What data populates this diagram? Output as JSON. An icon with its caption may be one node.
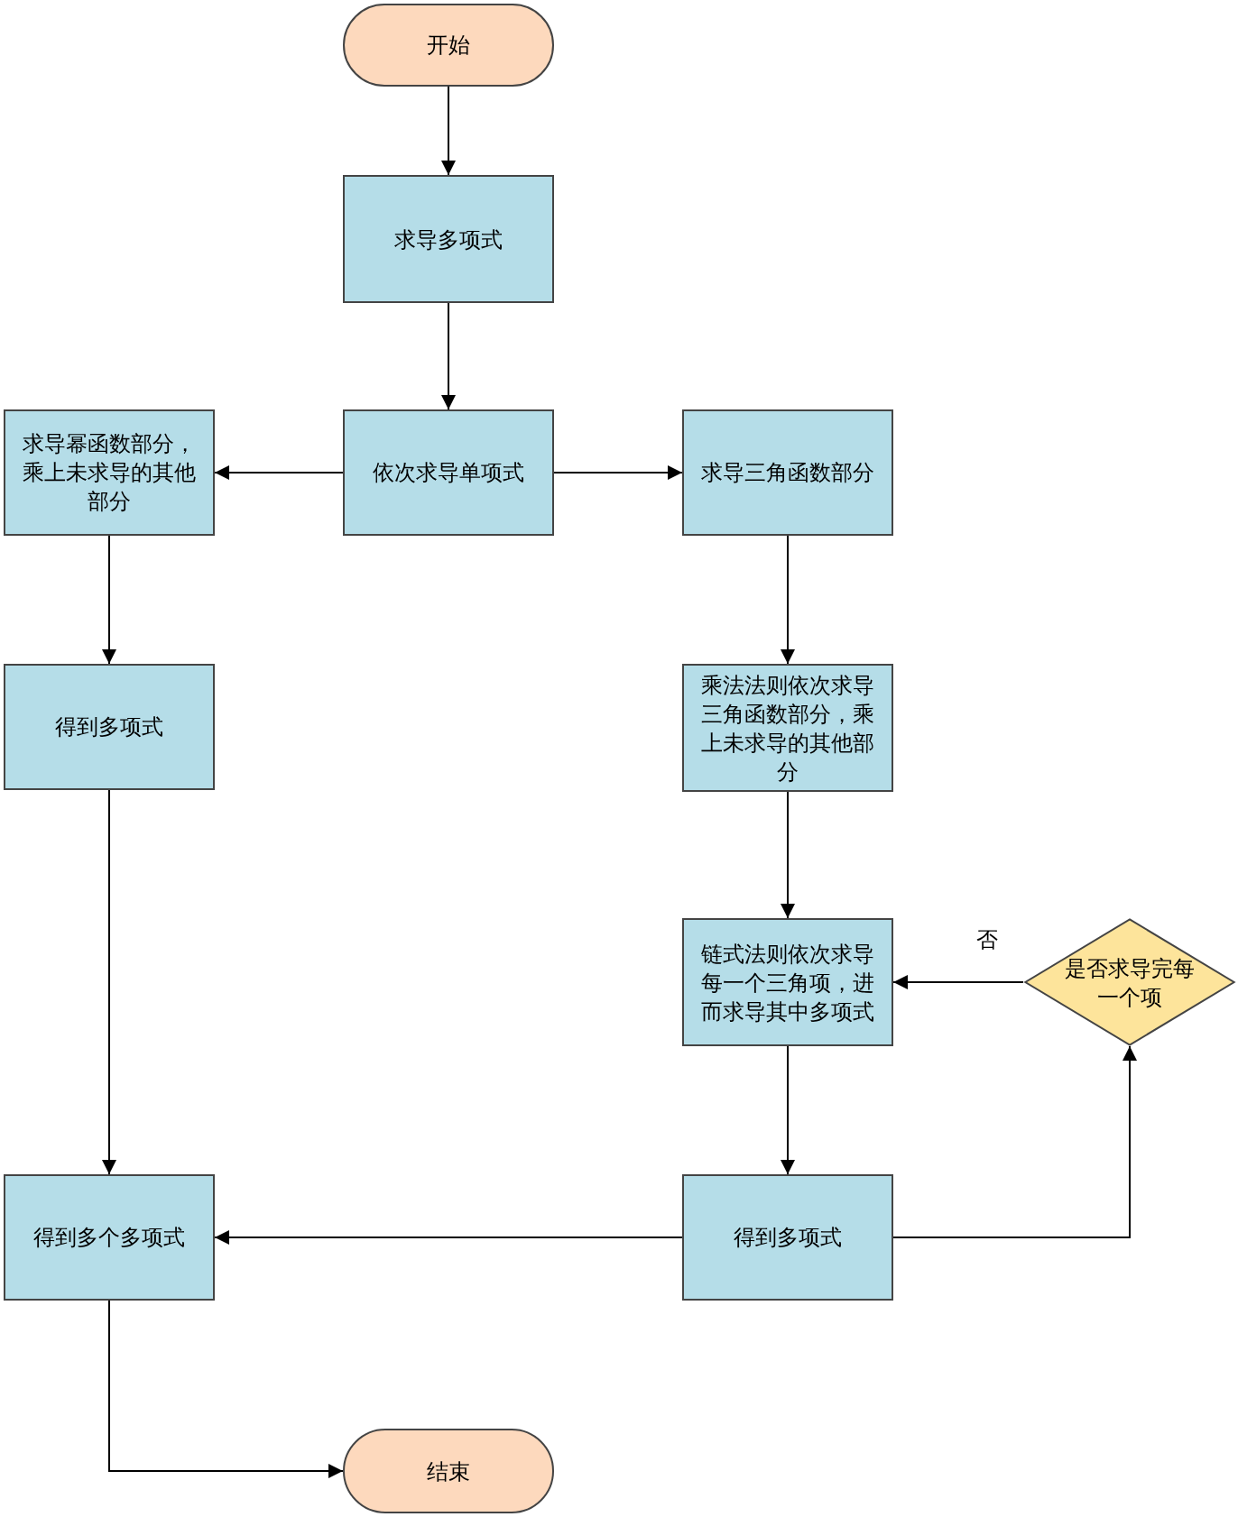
{
  "diagram": {
    "nodes": [
      {
        "text": [
          "开始"
        ]
      },
      {
        "text": [
          "求导多项式"
        ]
      },
      {
        "text": [
          "依次求导单项式"
        ]
      },
      {
        "text": [
          "求导幂函数部分，乘上未求导的其他部分"
        ]
      },
      {
        "text": [
          "求导三角函数部分"
        ]
      },
      {
        "text": [
          "得到多项式"
        ]
      },
      {
        "text": [
          "乘法法则依次求导三角函数部分，乘上未求导的其他部分"
        ]
      },
      {
        "text": [
          "链式法则依次求导每一个三角项，进而求导其中多项式"
        ]
      },
      {
        "text": [
          "是否求导完每一个项"
        ]
      },
      {
        "text": [
          "得到多项式"
        ]
      },
      {
        "text": [
          "得到多个多项式"
        ]
      },
      {
        "text": [
          "结束"
        ]
      }
    ],
    "edges": [
      {
        "from": 0,
        "to": 1,
        "arrow": "to"
      },
      {
        "from": 1,
        "to": 2,
        "arrow": "to"
      },
      {
        "from": 2,
        "to": 3,
        "arrow": "to"
      },
      {
        "from": 2,
        "to": 4,
        "arrow": "to"
      },
      {
        "from": 3,
        "to": 5,
        "arrow": "to"
      },
      {
        "from": 4,
        "to": 6,
        "arrow": "to"
      },
      {
        "from": 6,
        "to": 7,
        "arrow": "to"
      },
      {
        "from": 8,
        "to": 7,
        "arrow": "to",
        "label": "否"
      },
      {
        "from": 7,
        "to": 9,
        "arrow": "to"
      },
      {
        "from": 9,
        "to": 8,
        "arrow": "to"
      },
      {
        "from": 9,
        "to": 10,
        "arrow": "to"
      },
      {
        "from": 5,
        "to": 10,
        "arrow": "to"
      },
      {
        "from": 10,
        "to": 11,
        "arrow": "to"
      }
    ]
  }
}
